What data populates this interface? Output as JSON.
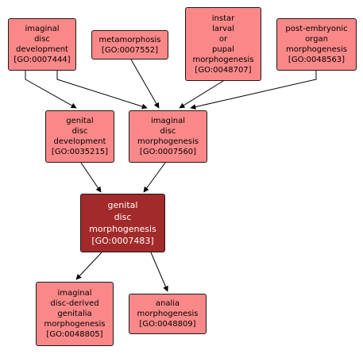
{
  "nodes": {
    "n7444": {
      "lines": [
        "imaginal",
        "disc",
        "development",
        "[GO:0007444]"
      ]
    },
    "n7552": {
      "lines": [
        "metamorphosis",
        "[GO:0007552]"
      ]
    },
    "n8707": {
      "lines": [
        "instar",
        "larval",
        "or",
        "pupal",
        "morphogenesis",
        "[GO:0048707]"
      ]
    },
    "n8563": {
      "lines": [
        "post-embryonic",
        "organ",
        "morphogenesis",
        "[GO:0048563]"
      ]
    },
    "n35215": {
      "lines": [
        "genital",
        "disc",
        "development",
        "[GO:0035215]"
      ]
    },
    "n7560": {
      "lines": [
        "imaginal",
        "disc",
        "morphogenesis",
        "[GO:0007560]"
      ]
    },
    "n7483": {
      "lines": [
        "genital",
        "disc",
        "morphogenesis",
        "[GO:0007483]"
      ]
    },
    "n48805": {
      "lines": [
        "imaginal",
        "disc-derived",
        "genitalia",
        "morphogenesis",
        "[GO:0048805]"
      ]
    },
    "n48809": {
      "lines": [
        "analia",
        "morphogenesis",
        "[GO:0048809]"
      ]
    }
  },
  "colors": {
    "node_fill": "#fa8888",
    "focus_fill": "#a32a2a",
    "edge": "#000000"
  }
}
